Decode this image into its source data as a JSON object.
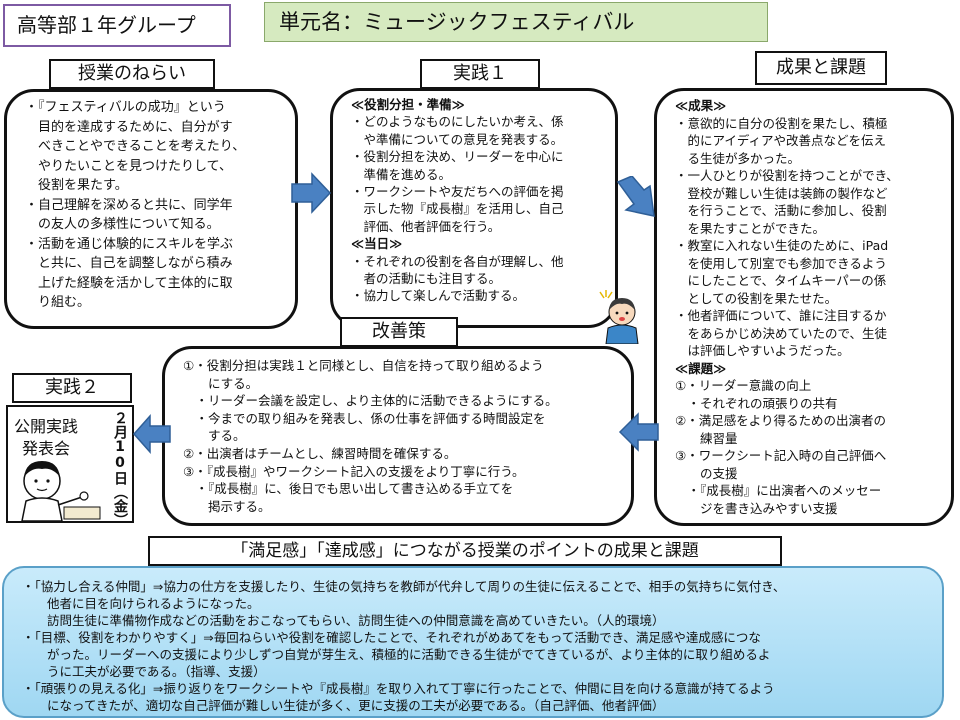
{
  "group_label": "高等部１年グループ",
  "unit_title": "単元名：ミュージックフェスティバル",
  "aim": {
    "label": "授業のねらい",
    "lines": [
      "・『フェスティバルの成功』という",
      "　目的を達成するために、自分がす",
      "　べきことやできることを考えたり、",
      "　やりたいことを見つけたりして、",
      "　役割を果たす。",
      "・自己理解を深めると共に、同学年",
      "　の友人の多様性について知る。",
      "・活動を通じ体験的にスキルを学ぶ",
      "　と共に、自己を調整しながら積み",
      "　上げた経験を活かして主体的に取",
      "　り組む。"
    ]
  },
  "practice1": {
    "label": "実践１",
    "lines": [
      "≪役割分担・準備≫",
      "・どのようなものにしたいか考え、係",
      "　や準備についての意見を発表する。",
      "・役割分担を決め、リーダーを中心に",
      "　準備を進める。",
      "・ワークシートや友だちへの評価を掲",
      "　示した物『成長樹』を活用し、自己",
      "　評価、他者評価を行う。",
      "≪当日≫",
      "・それぞれの役割を各自が理解し、他",
      "　者の活動にも注目する。",
      "・協力して楽しんで活動する。"
    ]
  },
  "results": {
    "label": "成果と課題",
    "lines": [
      "≪成果≫",
      "・意欲的に自分の役割を果たし、積極",
      "　的にアイディアや改善点などを伝え",
      "　る生徒が多かった。",
      "・一人ひとりが役割を持つことができ、",
      "　登校が難しい生徒は装飾の製作など",
      "　を行うことで、活動に参加し、役割",
      "　を果たすことができた。",
      "・教室に入れない生徒のために、iPad",
      "　を使用して別室でも参加できるよう",
      "　にしたことで、タイムキーパーの係",
      "　としての役割を果たせた。",
      "・他者評価について、誰に注目するか",
      "　をあらかじめ決めていたので、生徒",
      "　は評価しやすいようだった。",
      "≪課題≫",
      "①・リーダー意識の向上",
      "　・それぞれの頑張りの共有",
      "②・満足感をより得るための出演者の",
      "　　練習量",
      "③・ワークシート記入時の自己評価へ",
      "　　の支援",
      "　・『成長樹』に出演者へのメッセー",
      "　　ジを書き込みやすい支援"
    ]
  },
  "improve": {
    "label": "改善策",
    "lines": [
      "①・役割分担は実践１と同様とし、自信を持って取り組めるよう",
      "　　にする。",
      "　・リーダー会議を設定し、より主体的に活動できるようにする。",
      "　・今までの取り組みを発表し、係の仕事を評価する時間設定を",
      "　　する。",
      "②・出演者はチームとし、練習時間を確保する。",
      "③・『成長樹』やワークシート記入の支援をより丁寧に行う。",
      "　・『成長樹』に、後日でも思い出して書き込める手立てを",
      "　　掲示する。"
    ]
  },
  "practice2": {
    "label": "実践２",
    "event_line1": "公開実践",
    "event_line2": "発表会",
    "date": "２月10日（金）"
  },
  "bottom": {
    "title": "「満足感」「達成感」につながる授業のポイントの成果と課題",
    "lines": [
      "・「協力し合える仲間」⇒協力の仕方を支援したり、生徒の気持ちを教師が代弁して周りの生徒に伝えることで、相手の気持ちに気付き、",
      "　　他者に目を向けられるようになった。",
      "　　訪問生徒に準備物作成などの活動をおこなってもらい、訪問生徒への仲間意識を高めていきたい。（人的環境）",
      "・「目標、役割をわかりやすく」⇒毎回ねらいや役割を確認したことで、それぞれがめあてをもって活動でき、満足感や達成感につな",
      "　　がった。リーダーへの支援により少しずつ自覚が芽生え、積極的に活動できる生徒がでてきているが、より主体的に取り組めるよ",
      "　　うに工夫が必要である。（指導、支援）",
      "・「頑張りの見える化」⇒振り返りをワークシートや『成長樹』を取り入れて丁寧に行ったことで、仲間に目を向ける意識が持てるよう",
      "　　になってきたが、適切な自己評価が難しい生徒が多く、更に支援の工夫が必要である。（自己評価、他者評価）"
    ]
  },
  "colors": {
    "arrow": "#4a81c2",
    "title_bg": "#d6eac0",
    "group_border": "#7d5aa3",
    "bottom_bg": "#b6e2f7"
  }
}
